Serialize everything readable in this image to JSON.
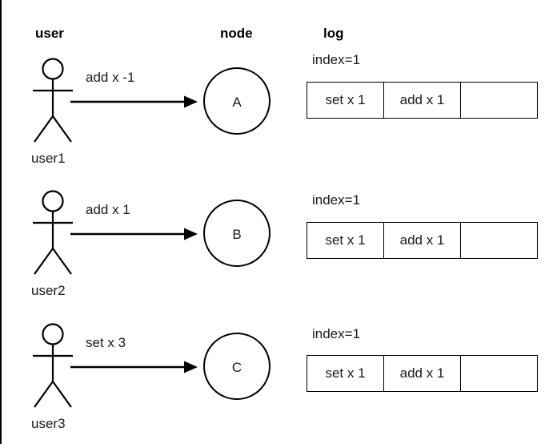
{
  "diagram": {
    "title_columns": [
      {
        "id": "user",
        "label": "user"
      },
      {
        "id": "node",
        "label": "node"
      },
      {
        "id": "log",
        "label": "log"
      }
    ],
    "colors": {
      "stroke": "#000000",
      "text": "#1a1a1a",
      "background": "#ffffff"
    },
    "log_columns": [
      "set x 1",
      "add x 1",
      ""
    ],
    "rows": [
      {
        "actor": "user1",
        "message": "add x -1",
        "node": "A",
        "index_label": "index=1",
        "log_cells": [
          "set x 1",
          "add x 1",
          ""
        ]
      },
      {
        "actor": "user2",
        "message": "add x 1",
        "node": "B",
        "index_label": "index=1",
        "log_cells": [
          "set x 1",
          "add x 1",
          ""
        ]
      },
      {
        "actor": "user3",
        "message": "set x 3",
        "node": "C",
        "index_label": "index=1",
        "log_cells": [
          "set x 1",
          "add x 1",
          ""
        ]
      }
    ]
  }
}
